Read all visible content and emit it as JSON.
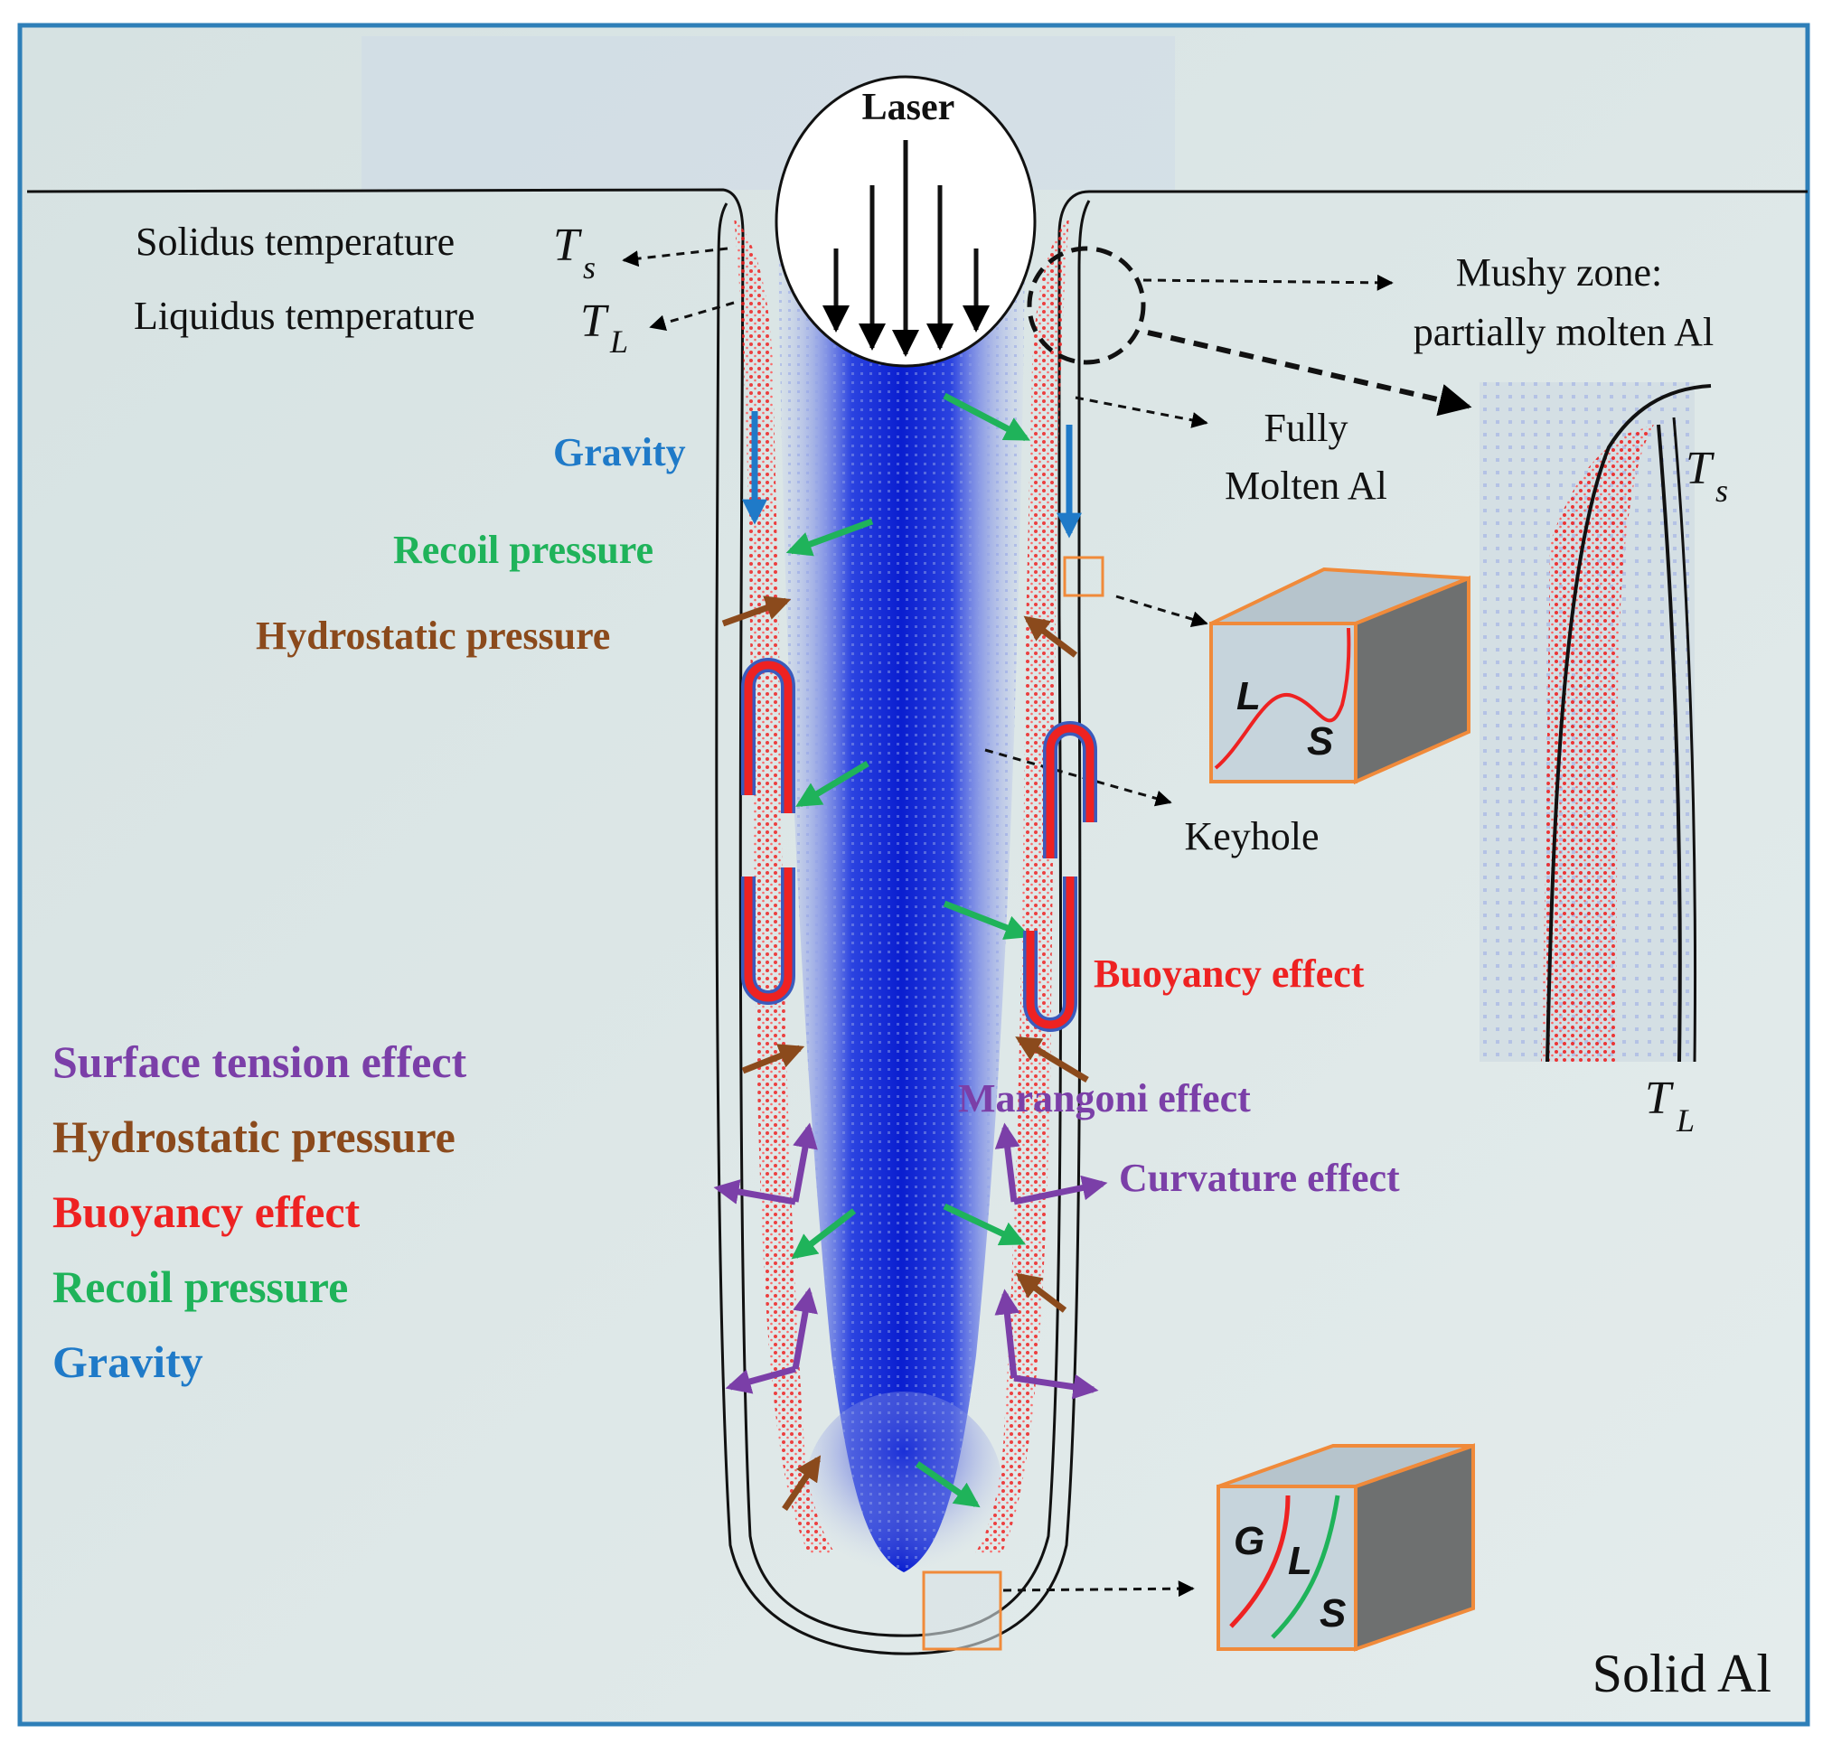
{
  "colors": {
    "background": "#dde6e6",
    "frame": "#2e7fb8",
    "keyhole_blue": "#1a2fd8",
    "mushy_red": "#ee2222",
    "gravity_blue": "#1f7ac8",
    "recoil_green": "#1fb35a",
    "hydrostatic_brown": "#8b4a1c",
    "buoyancy_red": "#ee2222",
    "purple": "#7b3fa8",
    "cube_orange": "#f08a3a",
    "cube_grey": "#6e7070"
  },
  "icons": [
    "laser-beam-icon",
    "dashed-arrow-icon",
    "dashed-circle-icon",
    "cube-icon",
    "flow-loop-icon",
    "force-arrow-icon"
  ],
  "labels": {
    "laser": "Laser",
    "solidus_text": "Solidus temperature",
    "solidus_symbol": "T",
    "solidus_sub": "s",
    "liquidus_text": "Liquidus temperature",
    "liquidus_symbol": "T",
    "liquidus_sub": "L",
    "mushy_line1": "Mushy zone:",
    "mushy_line2": "partially molten Al",
    "fully_line1": "Fully",
    "fully_line2": "Molten Al",
    "gravity_top": "Gravity",
    "recoil_top": "Recoil pressure",
    "hydro_top": "Hydrostatic pressure",
    "keyhole": "Keyhole",
    "buoyancy_right": "Buoyancy effect",
    "marangoni": "Marangoni effect",
    "curvature": "Curvature effect",
    "solid_al": "Solid Al",
    "inset_ts_symbol": "T",
    "inset_ts_sub": "s",
    "inset_tl_symbol": "T",
    "inset_tl_sub": "L",
    "cube1_l": "L",
    "cube1_s": "S",
    "cube2_g": "G",
    "cube2_l": "L",
    "cube2_s": "S"
  },
  "legend": [
    {
      "label": "Surface tension effect",
      "color": "#7b3fa8"
    },
    {
      "label": "Hydrostatic pressure",
      "color": "#8b4a1c"
    },
    {
      "label": "Buoyancy effect",
      "color": "#ee2222"
    },
    {
      "label": "Recoil pressure",
      "color": "#1fb35a"
    },
    {
      "label": "Gravity",
      "color": "#1f7ac8"
    }
  ]
}
